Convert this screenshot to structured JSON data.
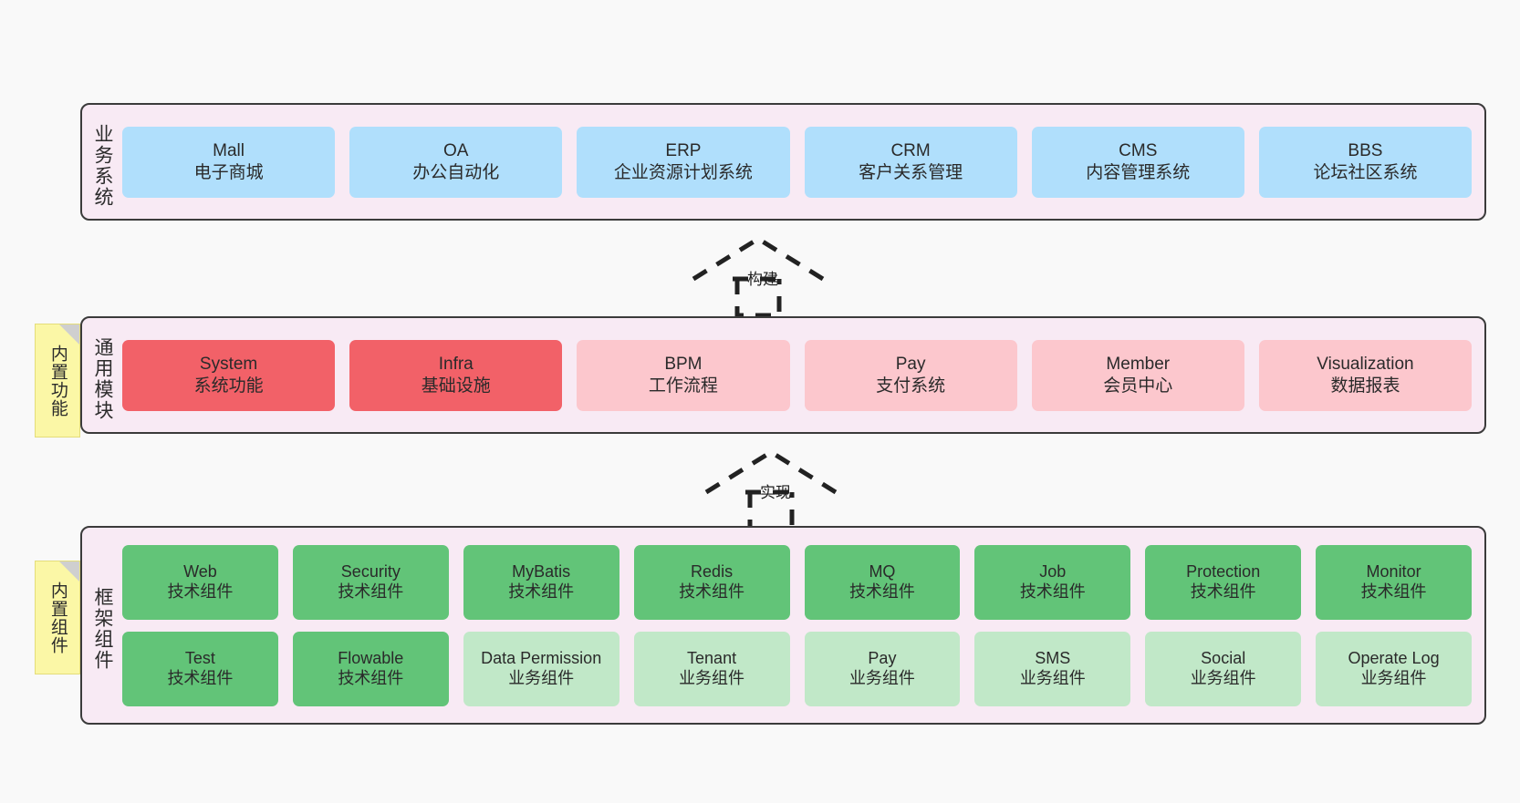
{
  "layers": [
    {
      "id": "business",
      "title": "业务系统",
      "rows": [
        {
          "cards": [
            {
              "en": "Mall",
              "cn": "电子商城",
              "color": "blue"
            },
            {
              "en": "OA",
              "cn": "办公自动化",
              "color": "blue"
            },
            {
              "en": "ERP",
              "cn": "企业资源计划系统",
              "color": "blue"
            },
            {
              "en": "CRM",
              "cn": "客户关系管理",
              "color": "blue"
            },
            {
              "en": "CMS",
              "cn": "内容管理系统",
              "color": "blue"
            },
            {
              "en": "BBS",
              "cn": "论坛社区系统",
              "color": "blue"
            }
          ]
        }
      ]
    },
    {
      "id": "common",
      "title": "通用模块",
      "note": "内置功能",
      "rows": [
        {
          "cards": [
            {
              "en": "System",
              "cn": "系统功能",
              "color": "red"
            },
            {
              "en": "Infra",
              "cn": "基础设施",
              "color": "red"
            },
            {
              "en": "BPM",
              "cn": "工作流程",
              "color": "pink"
            },
            {
              "en": "Pay",
              "cn": "支付系统",
              "color": "pink"
            },
            {
              "en": "Member",
              "cn": "会员中心",
              "color": "pink"
            },
            {
              "en": "Visualization",
              "cn": "数据报表",
              "color": "pink"
            }
          ]
        }
      ]
    },
    {
      "id": "framework",
      "title": "框架组件",
      "note": "内置组件",
      "rows": [
        {
          "cards": [
            {
              "en": "Web",
              "cn": "技术组件",
              "color": "green"
            },
            {
              "en": "Security",
              "cn": "技术组件",
              "color": "green"
            },
            {
              "en": "MyBatis",
              "cn": "技术组件",
              "color": "green"
            },
            {
              "en": "Redis",
              "cn": "技术组件",
              "color": "green"
            },
            {
              "en": "MQ",
              "cn": "技术组件",
              "color": "green"
            },
            {
              "en": "Job",
              "cn": "技术组件",
              "color": "green"
            },
            {
              "en": "Protection",
              "cn": "技术组件",
              "color": "green"
            },
            {
              "en": "Monitor",
              "cn": "技术组件",
              "color": "green"
            }
          ]
        },
        {
          "cards": [
            {
              "en": "Test",
              "cn": "技术组件",
              "color": "green"
            },
            {
              "en": "Flowable",
              "cn": "技术组件",
              "color": "green"
            },
            {
              "en": "Data Permission",
              "cn": "业务组件",
              "color": "greenlight"
            },
            {
              "en": "Tenant",
              "cn": "业务组件",
              "color": "greenlight"
            },
            {
              "en": "Pay",
              "cn": "业务组件",
              "color": "greenlight"
            },
            {
              "en": "SMS",
              "cn": "业务组件",
              "color": "greenlight"
            },
            {
              "en": "Social",
              "cn": "业务组件",
              "color": "greenlight"
            },
            {
              "en": "Operate Log",
              "cn": "业务组件",
              "color": "greenlight"
            }
          ]
        }
      ]
    }
  ],
  "arrows": [
    {
      "id": "build",
      "label": "构建"
    },
    {
      "id": "impl",
      "label": "实现"
    }
  ],
  "colors": {
    "blue": "#b0dffc",
    "red": "#f26168",
    "pink": "#fcc7cd",
    "green": "#62c478",
    "greenlight": "#c1e8c8",
    "panel": "#f8eaf4",
    "panel_border": "#3b3b3b",
    "note": "#fbf7a6",
    "note_fold": "#cfcfcf",
    "background": "#f9f9f9"
  }
}
